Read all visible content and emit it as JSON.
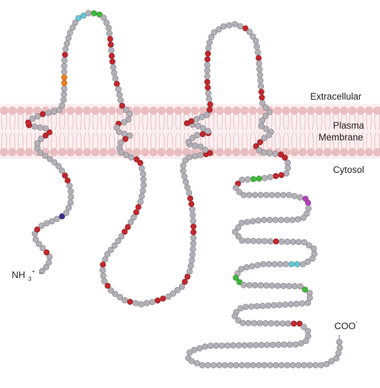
{
  "labels": {
    "extracellular": "Extracellular",
    "plasma": "Plasma",
    "membrane": "Membrane",
    "cytosol": "Cytosol",
    "n_terminus": "NH",
    "n_sub": "3",
    "n_sup": "+",
    "c_terminus": "COO",
    "c_sup": "-"
  },
  "colors": {
    "residue": "#b4b0b7",
    "residue_stroke": "#7f7b82",
    "highlight_red": "#c0272d",
    "highlight_green": "#3fb83a",
    "highlight_cyan": "#67c6d6",
    "highlight_orange": "#ef7d1e",
    "highlight_purple": "#3b2c8f",
    "highlight_magenta": "#b13fb6",
    "membrane": "#f2d3d5",
    "membrane_head": "#e5b5b8"
  }
}
